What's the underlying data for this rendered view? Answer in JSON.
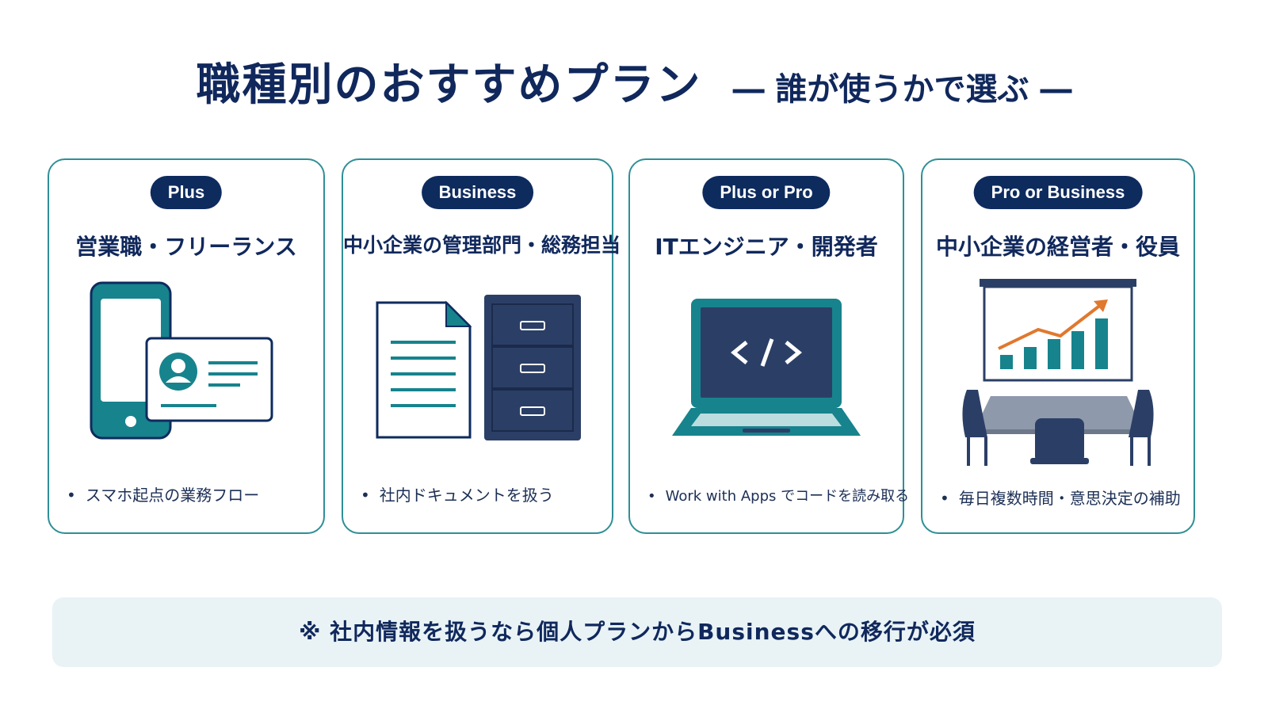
{
  "title": {
    "main": "職種別のおすすめプラン",
    "sub": "― 誰が使うかで選ぶ ―"
  },
  "cards": [
    {
      "plan": "Plus",
      "role": "営業職・フリーランス",
      "bullet": "スマホ起点の業務フロー",
      "icon": "smartphone-id-card-icon"
    },
    {
      "plan": "Business",
      "role": "中小企業の管理部門・総務担当",
      "bullet": "社内ドキュメントを扱う",
      "icon": "document-cabinet-icon"
    },
    {
      "plan": "Plus or Pro",
      "role": "ITエンジニア・開発者",
      "bullet": "Work with Apps でコードを読み取る",
      "icon": "laptop-code-icon"
    },
    {
      "plan": "Pro or Business",
      "role": "中小企業の経営者・役員",
      "bullet": "毎日複数時間・意思決定の補助",
      "icon": "meeting-chart-icon"
    }
  ],
  "note": "※ 社内情報を扱うなら個人プランからBusinessへの移行が必須",
  "colors": {
    "navy": "#0e2b5e",
    "teal": "#17838d",
    "border": "#2f8f96",
    "orange": "#e0782e",
    "note_bg": "#e9f3f6"
  }
}
